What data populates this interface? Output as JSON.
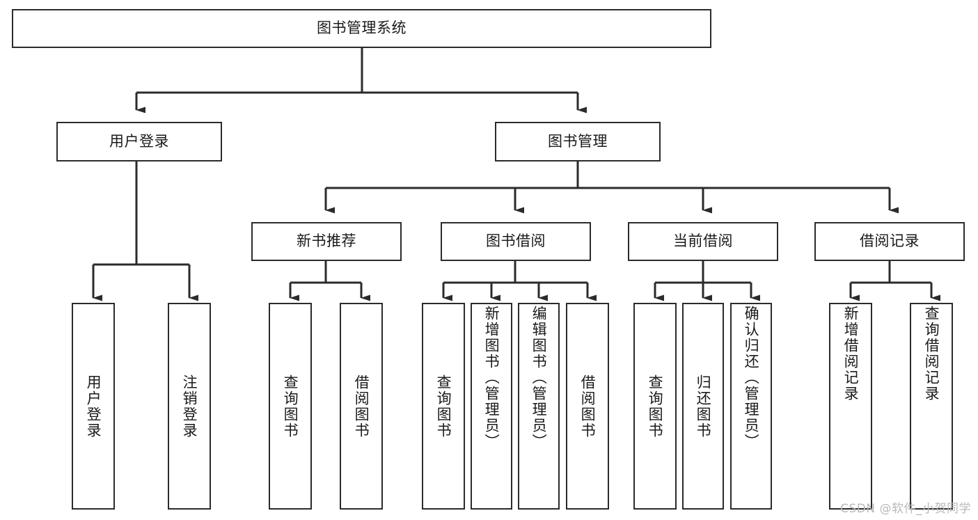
{
  "diagram": {
    "title": "图书管理系统",
    "watermark": "CSDN @软件_小贺同学",
    "colors": {
      "stroke": "#2b2b2b",
      "fill": "#ffffff",
      "text": "#1a1a1a",
      "watermark": "#b9b9b9"
    },
    "root": {
      "label": "图书管理系统"
    },
    "level2": [
      {
        "label": "用户登录"
      },
      {
        "label": "图书管理"
      }
    ],
    "level3": [
      {
        "label": "新书推荐"
      },
      {
        "label": "图书借阅"
      },
      {
        "label": "当前借阅"
      },
      {
        "label": "借阅记录"
      }
    ],
    "leaves": {
      "user_login": [
        {
          "label": "用户登录"
        },
        {
          "label": "注销登录"
        }
      ],
      "new_book": [
        {
          "label": "查询图书"
        },
        {
          "label": "借阅图书"
        }
      ],
      "book_borrow": [
        {
          "label": "查询图书"
        },
        {
          "label": "新增图书（管理员）"
        },
        {
          "label": "编辑图书（管理员）"
        },
        {
          "label": "借阅图书"
        }
      ],
      "current_borrow": [
        {
          "label": "查询图书"
        },
        {
          "label": "归还图书"
        },
        {
          "label": "确认归还（管理员）"
        }
      ],
      "borrow_record": [
        {
          "label": "新增借阅记录"
        },
        {
          "label": "查询借阅记录"
        }
      ]
    }
  }
}
